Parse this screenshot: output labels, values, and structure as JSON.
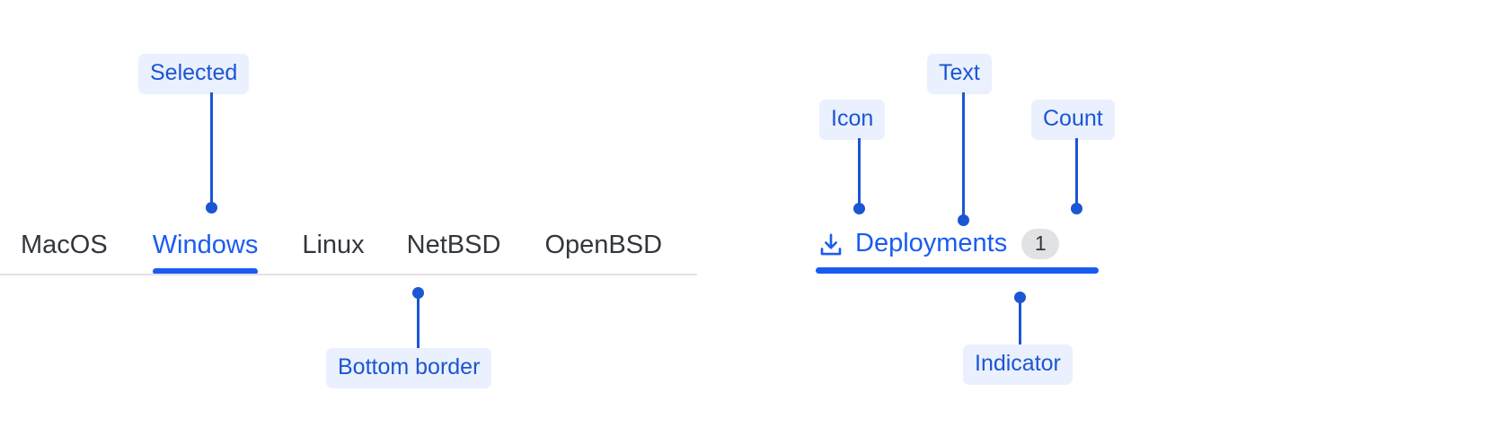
{
  "left_group": {
    "tabs": [
      {
        "label": "MacOS",
        "selected": false
      },
      {
        "label": "Windows",
        "selected": true
      },
      {
        "label": "Linux",
        "selected": false
      },
      {
        "label": "NetBSD",
        "selected": false
      },
      {
        "label": "OpenBSD",
        "selected": false
      }
    ],
    "annotations": {
      "selected": "Selected",
      "bottom_border": "Bottom border"
    }
  },
  "right_group": {
    "tab": {
      "icon": "download-icon",
      "label": "Deployments",
      "count": "1"
    },
    "annotations": {
      "icon": "Icon",
      "text": "Text",
      "count": "Count",
      "indicator": "Indicator"
    }
  },
  "colors": {
    "accent": "#1a5cf0",
    "annotation_text": "#1b56d3",
    "annotation_bg": "#eaf0fd",
    "tab_text": "#33373d",
    "divider": "#e2e2e4",
    "badge_bg": "#e1e2e4"
  }
}
